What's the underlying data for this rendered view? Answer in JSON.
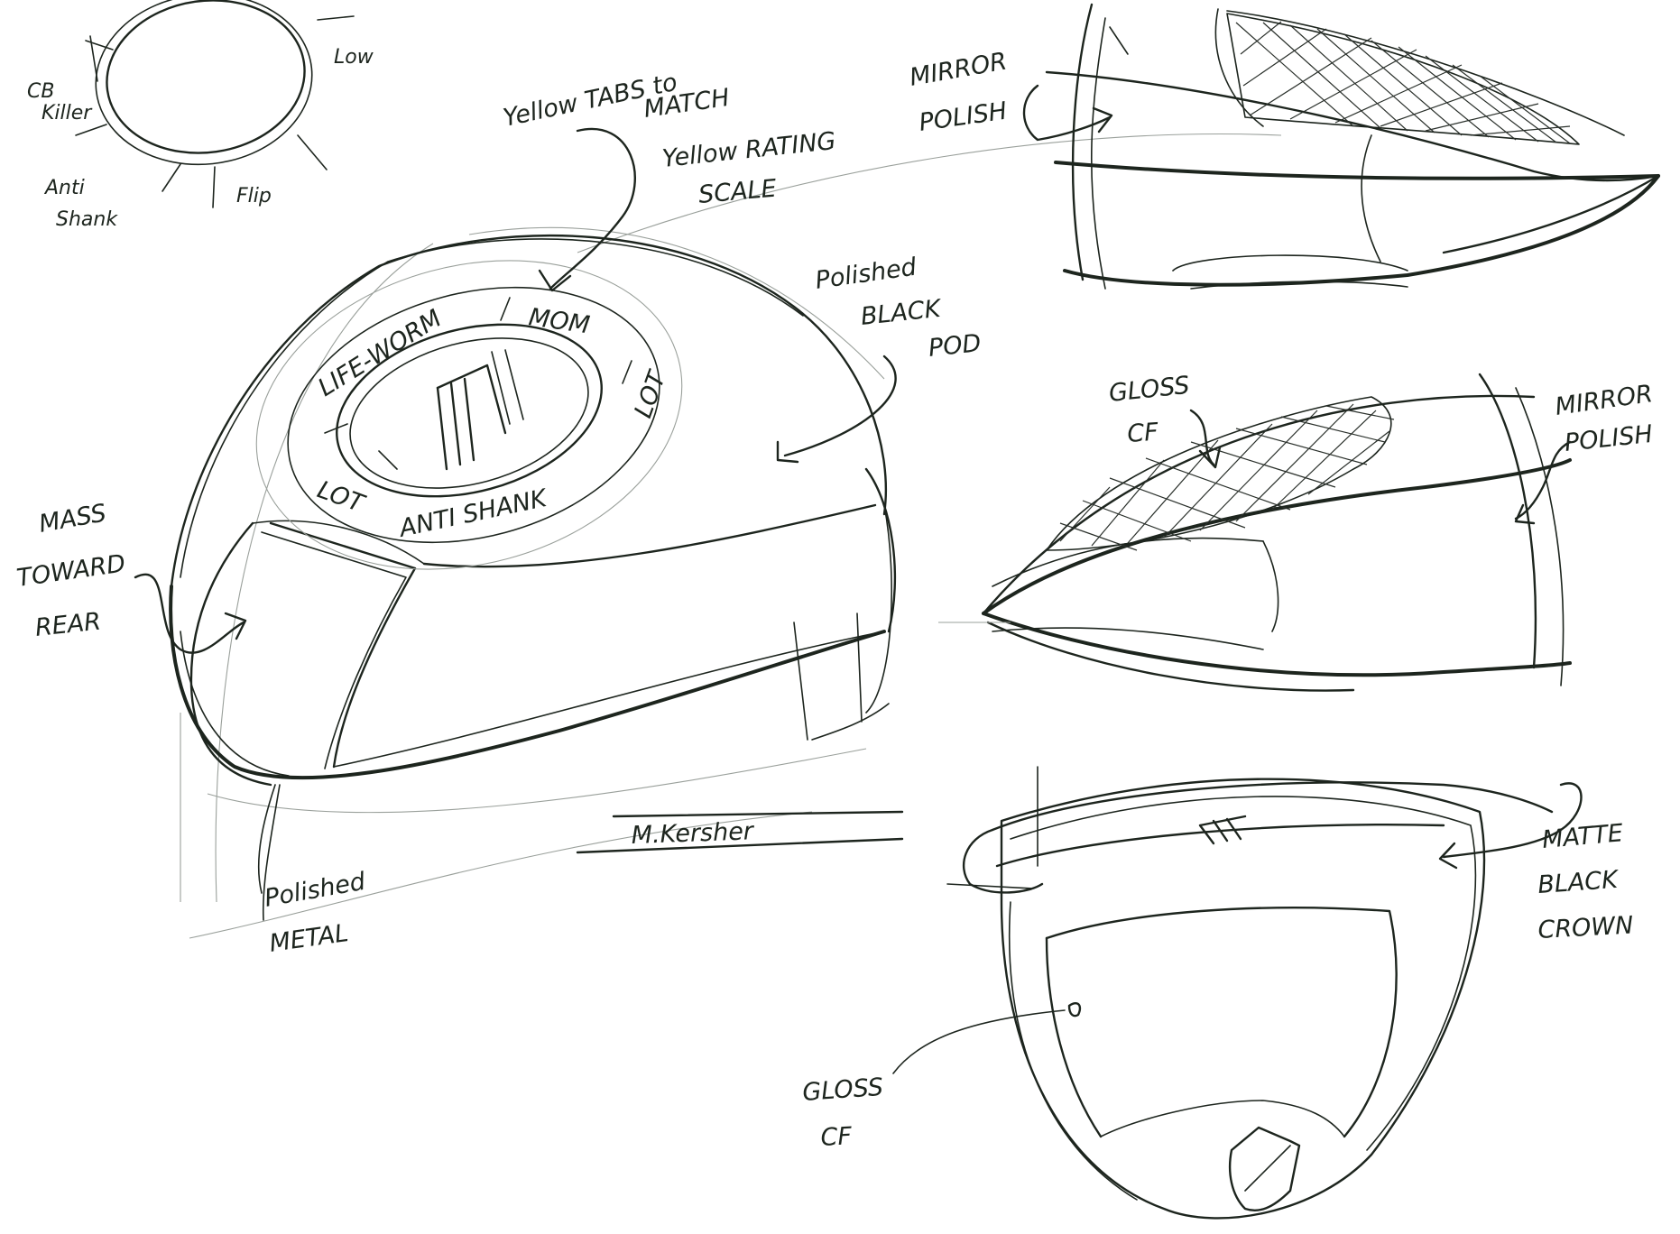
{
  "dial_labels": {
    "cb_killer": [
      "CB",
      "Killer"
    ],
    "low": "Low",
    "anti_shank": [
      "Anti",
      "Shank"
    ],
    "flip": "Flip"
  },
  "pod_tabs": {
    "top": "MOM",
    "left": "LIFE-WORM",
    "bottom": "ANTI SHANK",
    "right": "LOT",
    "low": "LOT"
  },
  "callouts": {
    "yellow_tabs": [
      "Yellow TABS to",
      "MATCH",
      "Yellow RATING",
      "SCALE"
    ],
    "polished_black_pod": [
      "Polished",
      "BLACK",
      "POD"
    ],
    "mass_toward_rear": [
      "MASS",
      "TOWARD",
      "REAR"
    ],
    "polished_metal": [
      "Polished",
      "METAL"
    ],
    "mirror_polish_top": [
      "MIRROR",
      "POLISH"
    ],
    "gloss_cf_mid": [
      "GLOSS",
      "CF"
    ],
    "mirror_polish_mid": [
      "MIRROR",
      "POLISH"
    ],
    "matte_black_crown": [
      "MATTE",
      "BLACK",
      "CROWN"
    ],
    "gloss_cf_bottom": [
      "GLOSS",
      "CF"
    ]
  },
  "signature": "M.Kersher",
  "ink_color": "#1d251e"
}
